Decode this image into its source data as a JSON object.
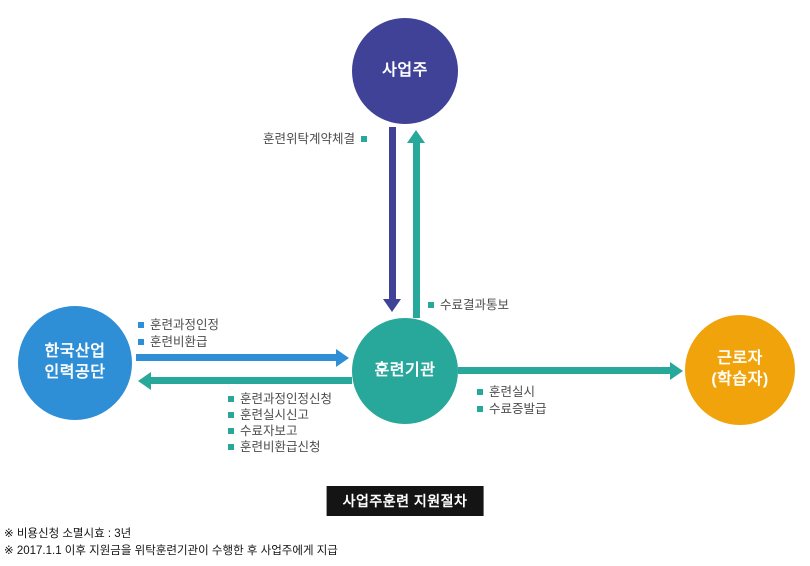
{
  "colors": {
    "navy": "#3f4296",
    "blue": "#2e8ed6",
    "teal": "#28a89b",
    "orange": "#f0a30a",
    "titlebox-bg": "#141414",
    "titlebox-text": "#ffffff"
  },
  "nodes": {
    "employer": {
      "label": "사업주"
    },
    "hrdk": {
      "line1": "한국산업",
      "line2": "인력공단"
    },
    "training_org": {
      "label": "훈련기관"
    },
    "worker": {
      "line1": "근로자",
      "line2": "(학습자)"
    }
  },
  "labels": {
    "contract": "훈련위탁계약체결",
    "completion_report": "수료결과통보",
    "hrdk_to_org": [
      "훈련과정인정",
      "훈련비환급"
    ],
    "org_to_hrdk": [
      "훈련과정인정신청",
      "훈련실시신고",
      "수료자보고",
      "훈련비환급신청"
    ],
    "org_to_worker": [
      "훈련실시",
      "수료증발급"
    ]
  },
  "title_box": "사업주훈련 지원절차",
  "footnotes": [
    "※ 비용신청 소멸시효 : 3년",
    "※ 2017.1.1 이후 지원금을 위탁훈련기관이 수행한 후 사업주에게 지급"
  ]
}
